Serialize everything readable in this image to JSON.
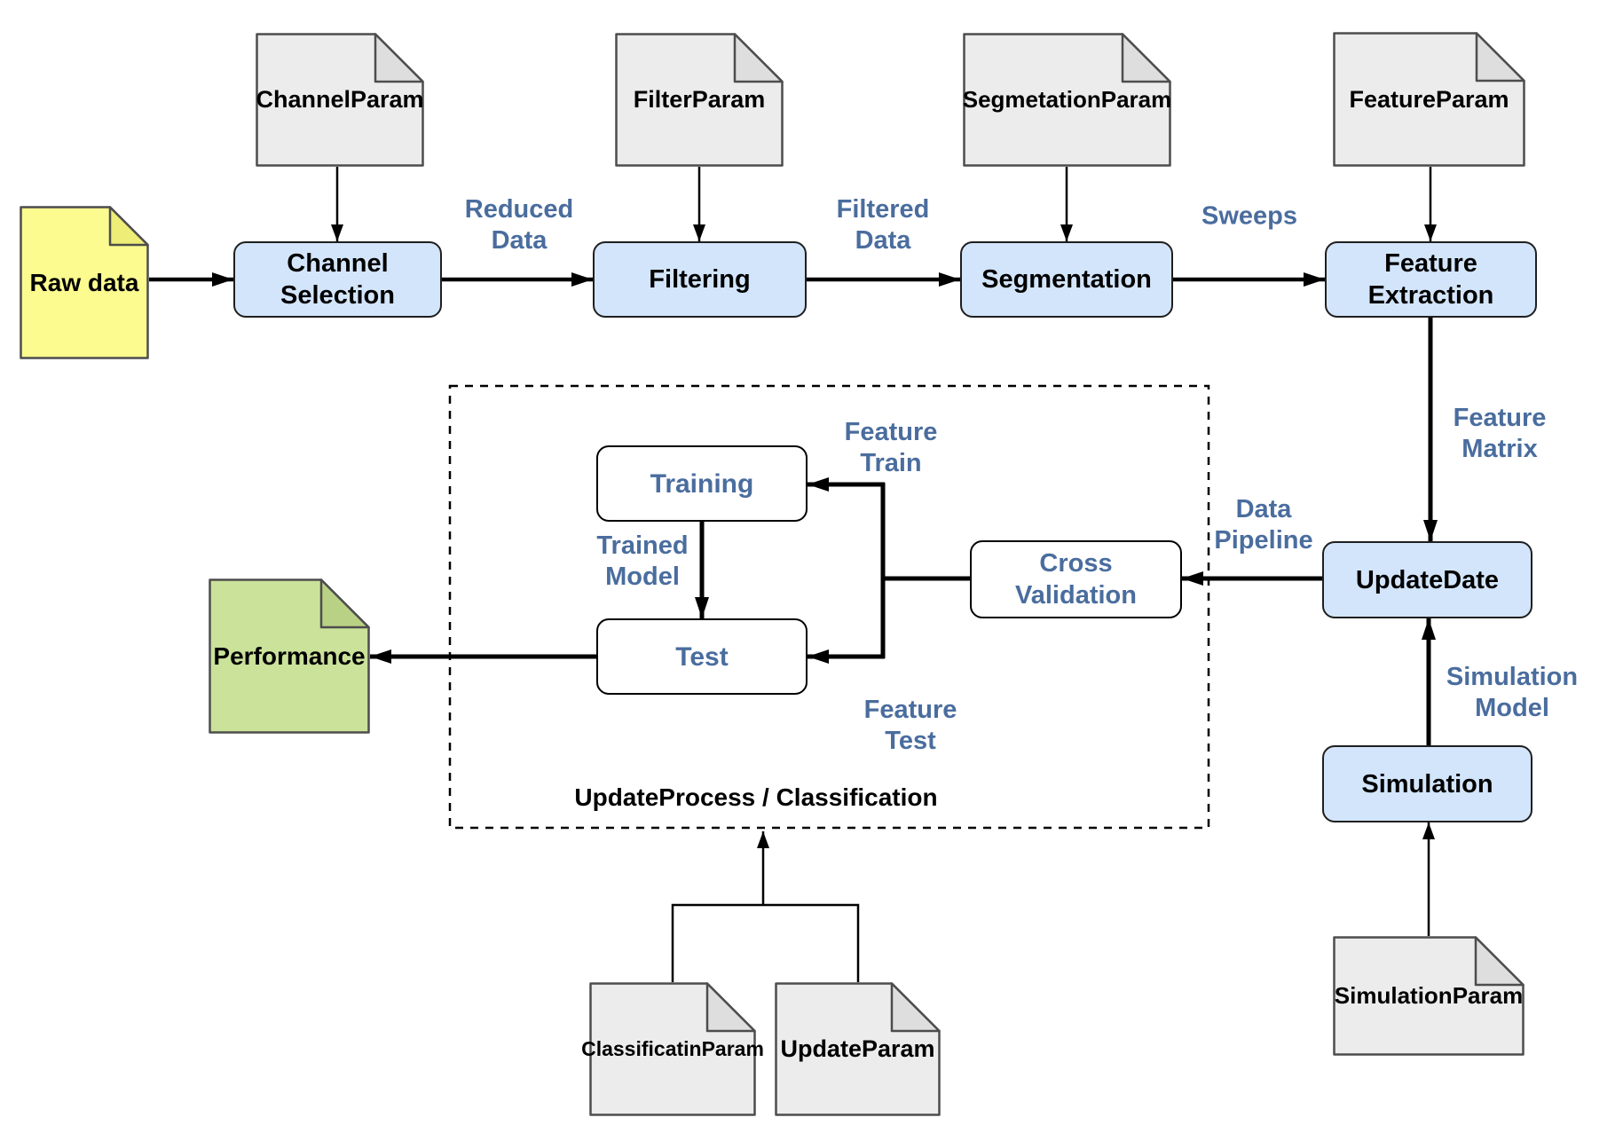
{
  "diagram": {
    "nodes": {
      "raw_data": "Raw data",
      "channel_param": "ChannelParam",
      "filter_param": "FilterParam",
      "segmetation_param": "SegmetationParam",
      "feature_param": "FeatureParam",
      "channel_selection": "Channel\nSelection",
      "filtering": "Filtering",
      "segmentation": "Segmentation",
      "feature_extraction": "Feature\nExtraction",
      "update_date": "UpdateDate",
      "cross_validation": "Cross\nValidation",
      "training": "Training",
      "test": "Test",
      "performance": "Performance",
      "simulation": "Simulation",
      "simulation_param": "SimulationParam",
      "classificatin_param": "ClassificatinParam",
      "update_param": "UpdateParam"
    },
    "edge_labels": {
      "reduced_data": "Reduced\nData",
      "filtered_data": "Filtered\nData",
      "sweeps": "Sweeps",
      "feature_matrix": "Feature\nMatrix",
      "data_pipeline": "Data\nPipeline",
      "feature_train": "Feature\nTrain",
      "trained_model": "Trained\nModel",
      "feature_test": "Feature\nTest",
      "simulation_model": "Simulation\nModel"
    },
    "container": {
      "title": "UpdateProcess / Classification"
    },
    "colors": {
      "process_box_fill": "#D3E5FB",
      "box_border": "#1f1f1f",
      "label_blue": "#4A6D9E",
      "doc_fill": "#ECECEC",
      "doc_fold": "#DEDEDE",
      "doc_border": "#4D4D4D",
      "raw_data_fill": "#FBFB8F",
      "raw_data_fold": "#EDED77",
      "performance_fill": "#CBE29B",
      "performance_fold": "#B9D184",
      "arrow": "#000000"
    }
  }
}
